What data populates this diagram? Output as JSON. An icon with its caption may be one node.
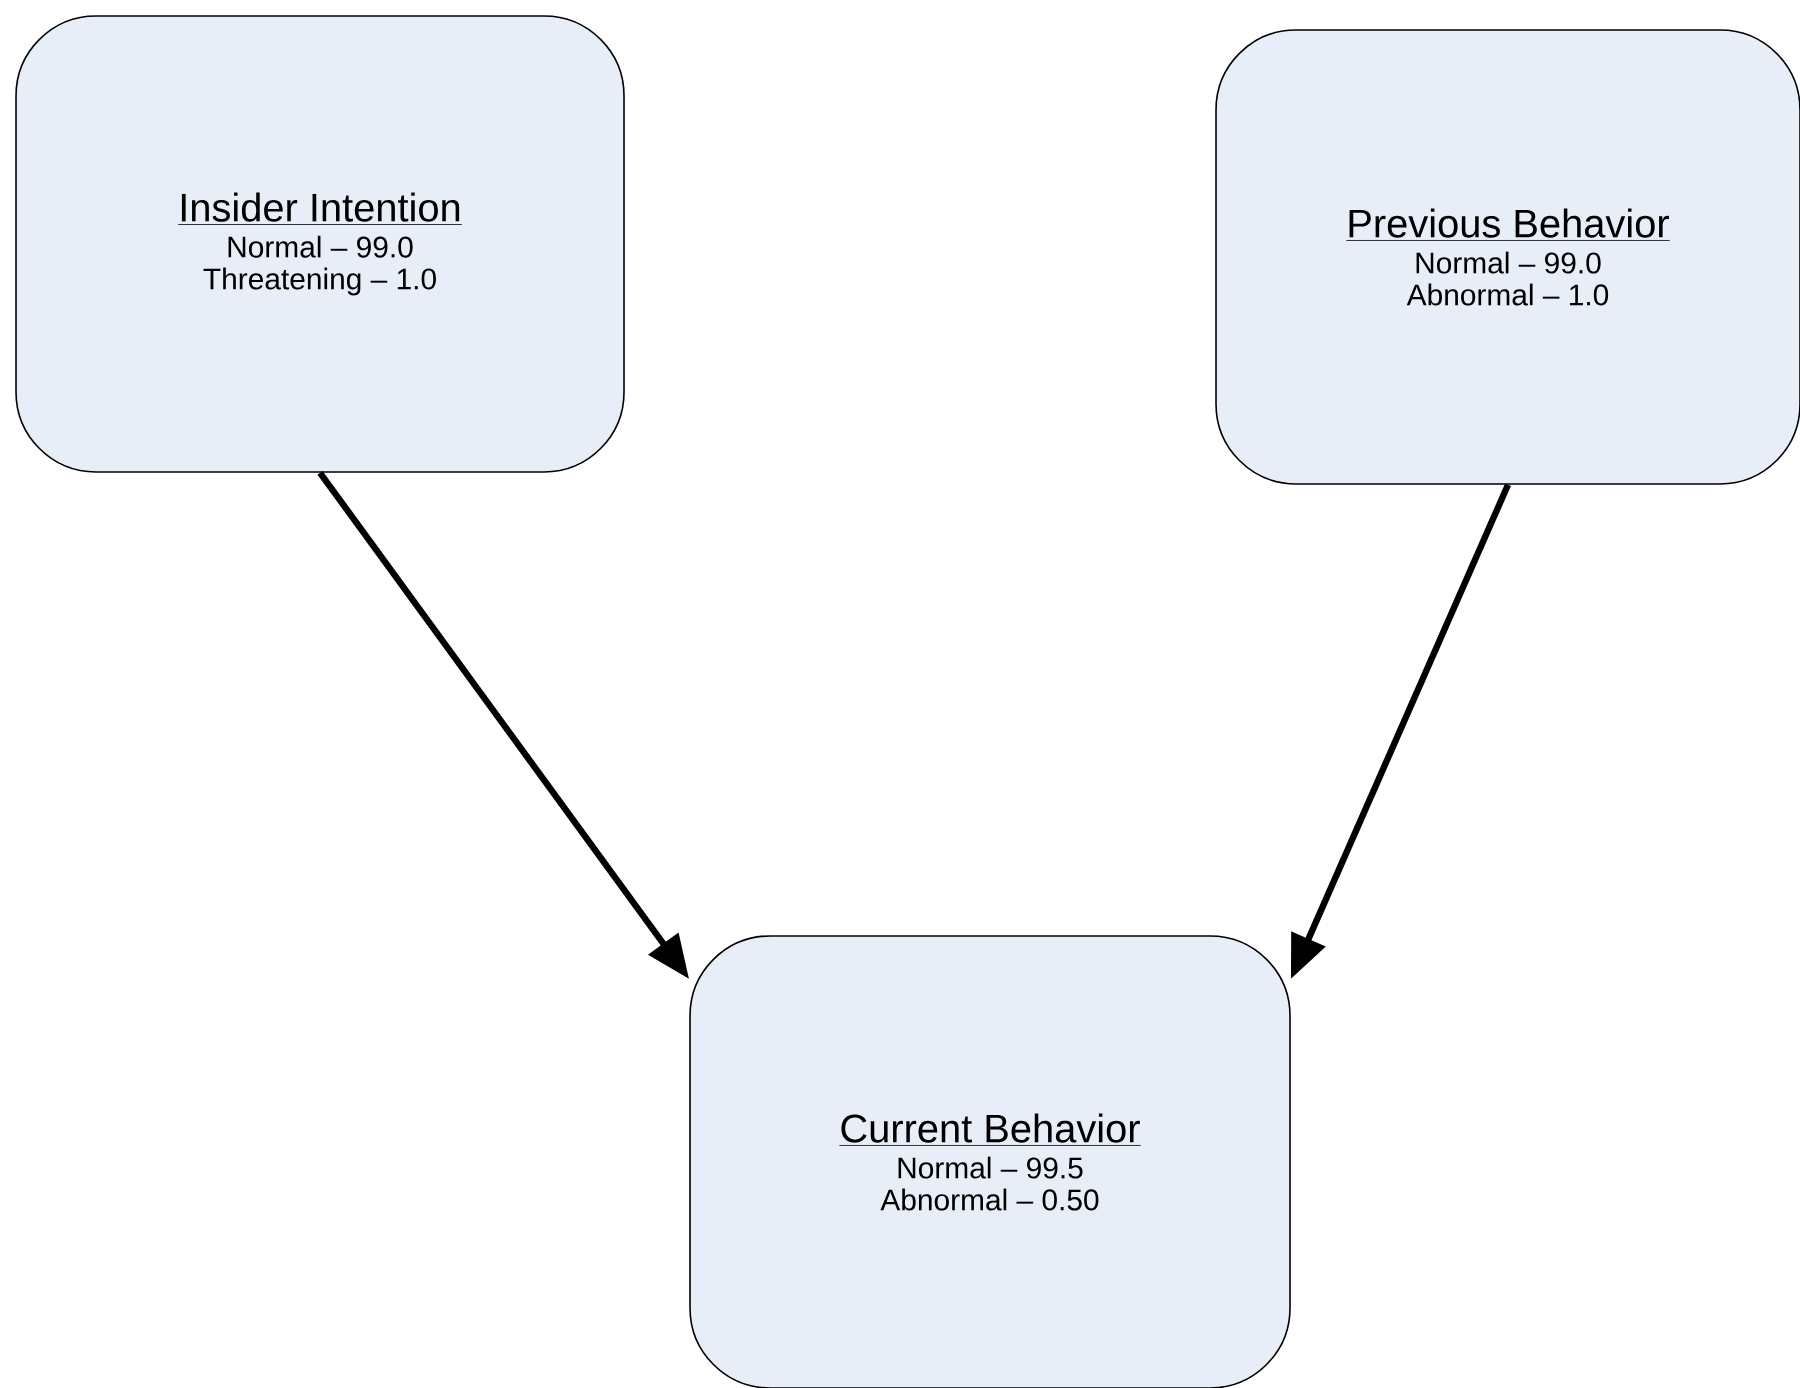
{
  "diagram": {
    "nodes": [
      {
        "text": [
          "Insider Intention",
          "Normal – 99.0",
          "Threatening – 1.0"
        ]
      },
      {
        "text": [
          "Previous Behavior",
          "Normal – 99.0",
          "Abnormal – 1.0"
        ]
      },
      {
        "text": [
          "Current Behavior",
          "Normal – 99.5",
          "Abnormal – 0.50"
        ]
      }
    ],
    "edges": [
      {
        "from": 0,
        "to": 2,
        "arrow": "to"
      },
      {
        "from": 1,
        "to": 2,
        "arrow": "to"
      }
    ]
  }
}
